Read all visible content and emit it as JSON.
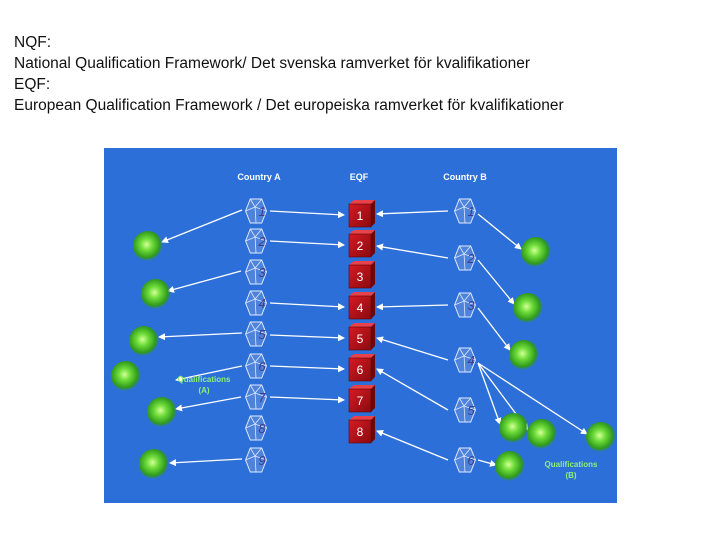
{
  "header": {
    "line1": "NQF:",
    "line2": "National Qualification Framework/ Det svenska ramverket för kvalifikationer",
    "line3": "EQF:",
    "line4": "European Qualification Framework / Det europeiska ramverket för  kvalifikationer"
  },
  "diagram": {
    "column_titles": {
      "country_a": "Country A",
      "eqf": "EQF",
      "country_b": "Country B"
    },
    "eqf_levels": [
      "1",
      "2",
      "3",
      "4",
      "5",
      "6",
      "7",
      "8"
    ],
    "country_a_levels": [
      "1",
      "2",
      "3",
      "4",
      "5",
      "6",
      "7",
      "8",
      "9"
    ],
    "country_b_levels": [
      "1",
      "2",
      "3",
      "4",
      "5",
      "6"
    ],
    "qualifications_a": [
      "Qualifications",
      "(A)"
    ],
    "qualifications_b": [
      "Qualifications",
      "(B)"
    ],
    "colors": {
      "background": "#2d6fd8",
      "eqf_cube": "#c1121c",
      "arrow": "#ffffff",
      "qualification_dot": "#5cd33a",
      "label_green": "#8ef07a"
    }
  }
}
